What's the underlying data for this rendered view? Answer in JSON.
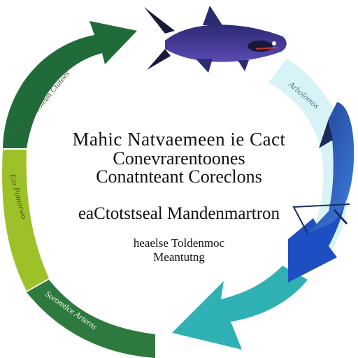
{
  "center": {
    "line1": "Mahic Natvaemeen ie Cact",
    "line2": "Conevrarentoones",
    "line3": "Conatnteant Coreclons",
    "line4": "eaCtotstseal Mandenmartron",
    "line5": "heaelse Toldenmoc",
    "line6": "Meantutng"
  },
  "arc_labels": {
    "top_left": "Nooa vo Goleun Ctatoes",
    "left": "Eto Pomorwo",
    "bottom": "Soromtlce Arterns",
    "right": "Arbolomos"
  },
  "colors": {
    "dark_green": "#1f6b3a",
    "light_green": "#9ec12a",
    "forest_green": "#2e7a3e",
    "light_cyan": "#d8f3f6",
    "blue": "#1e4fc2",
    "teal": "#2fb1b3",
    "fish_navy": "#3b2f8a"
  },
  "icons": [
    "tuna-fish-icon",
    "marlin-fish-icon"
  ]
}
